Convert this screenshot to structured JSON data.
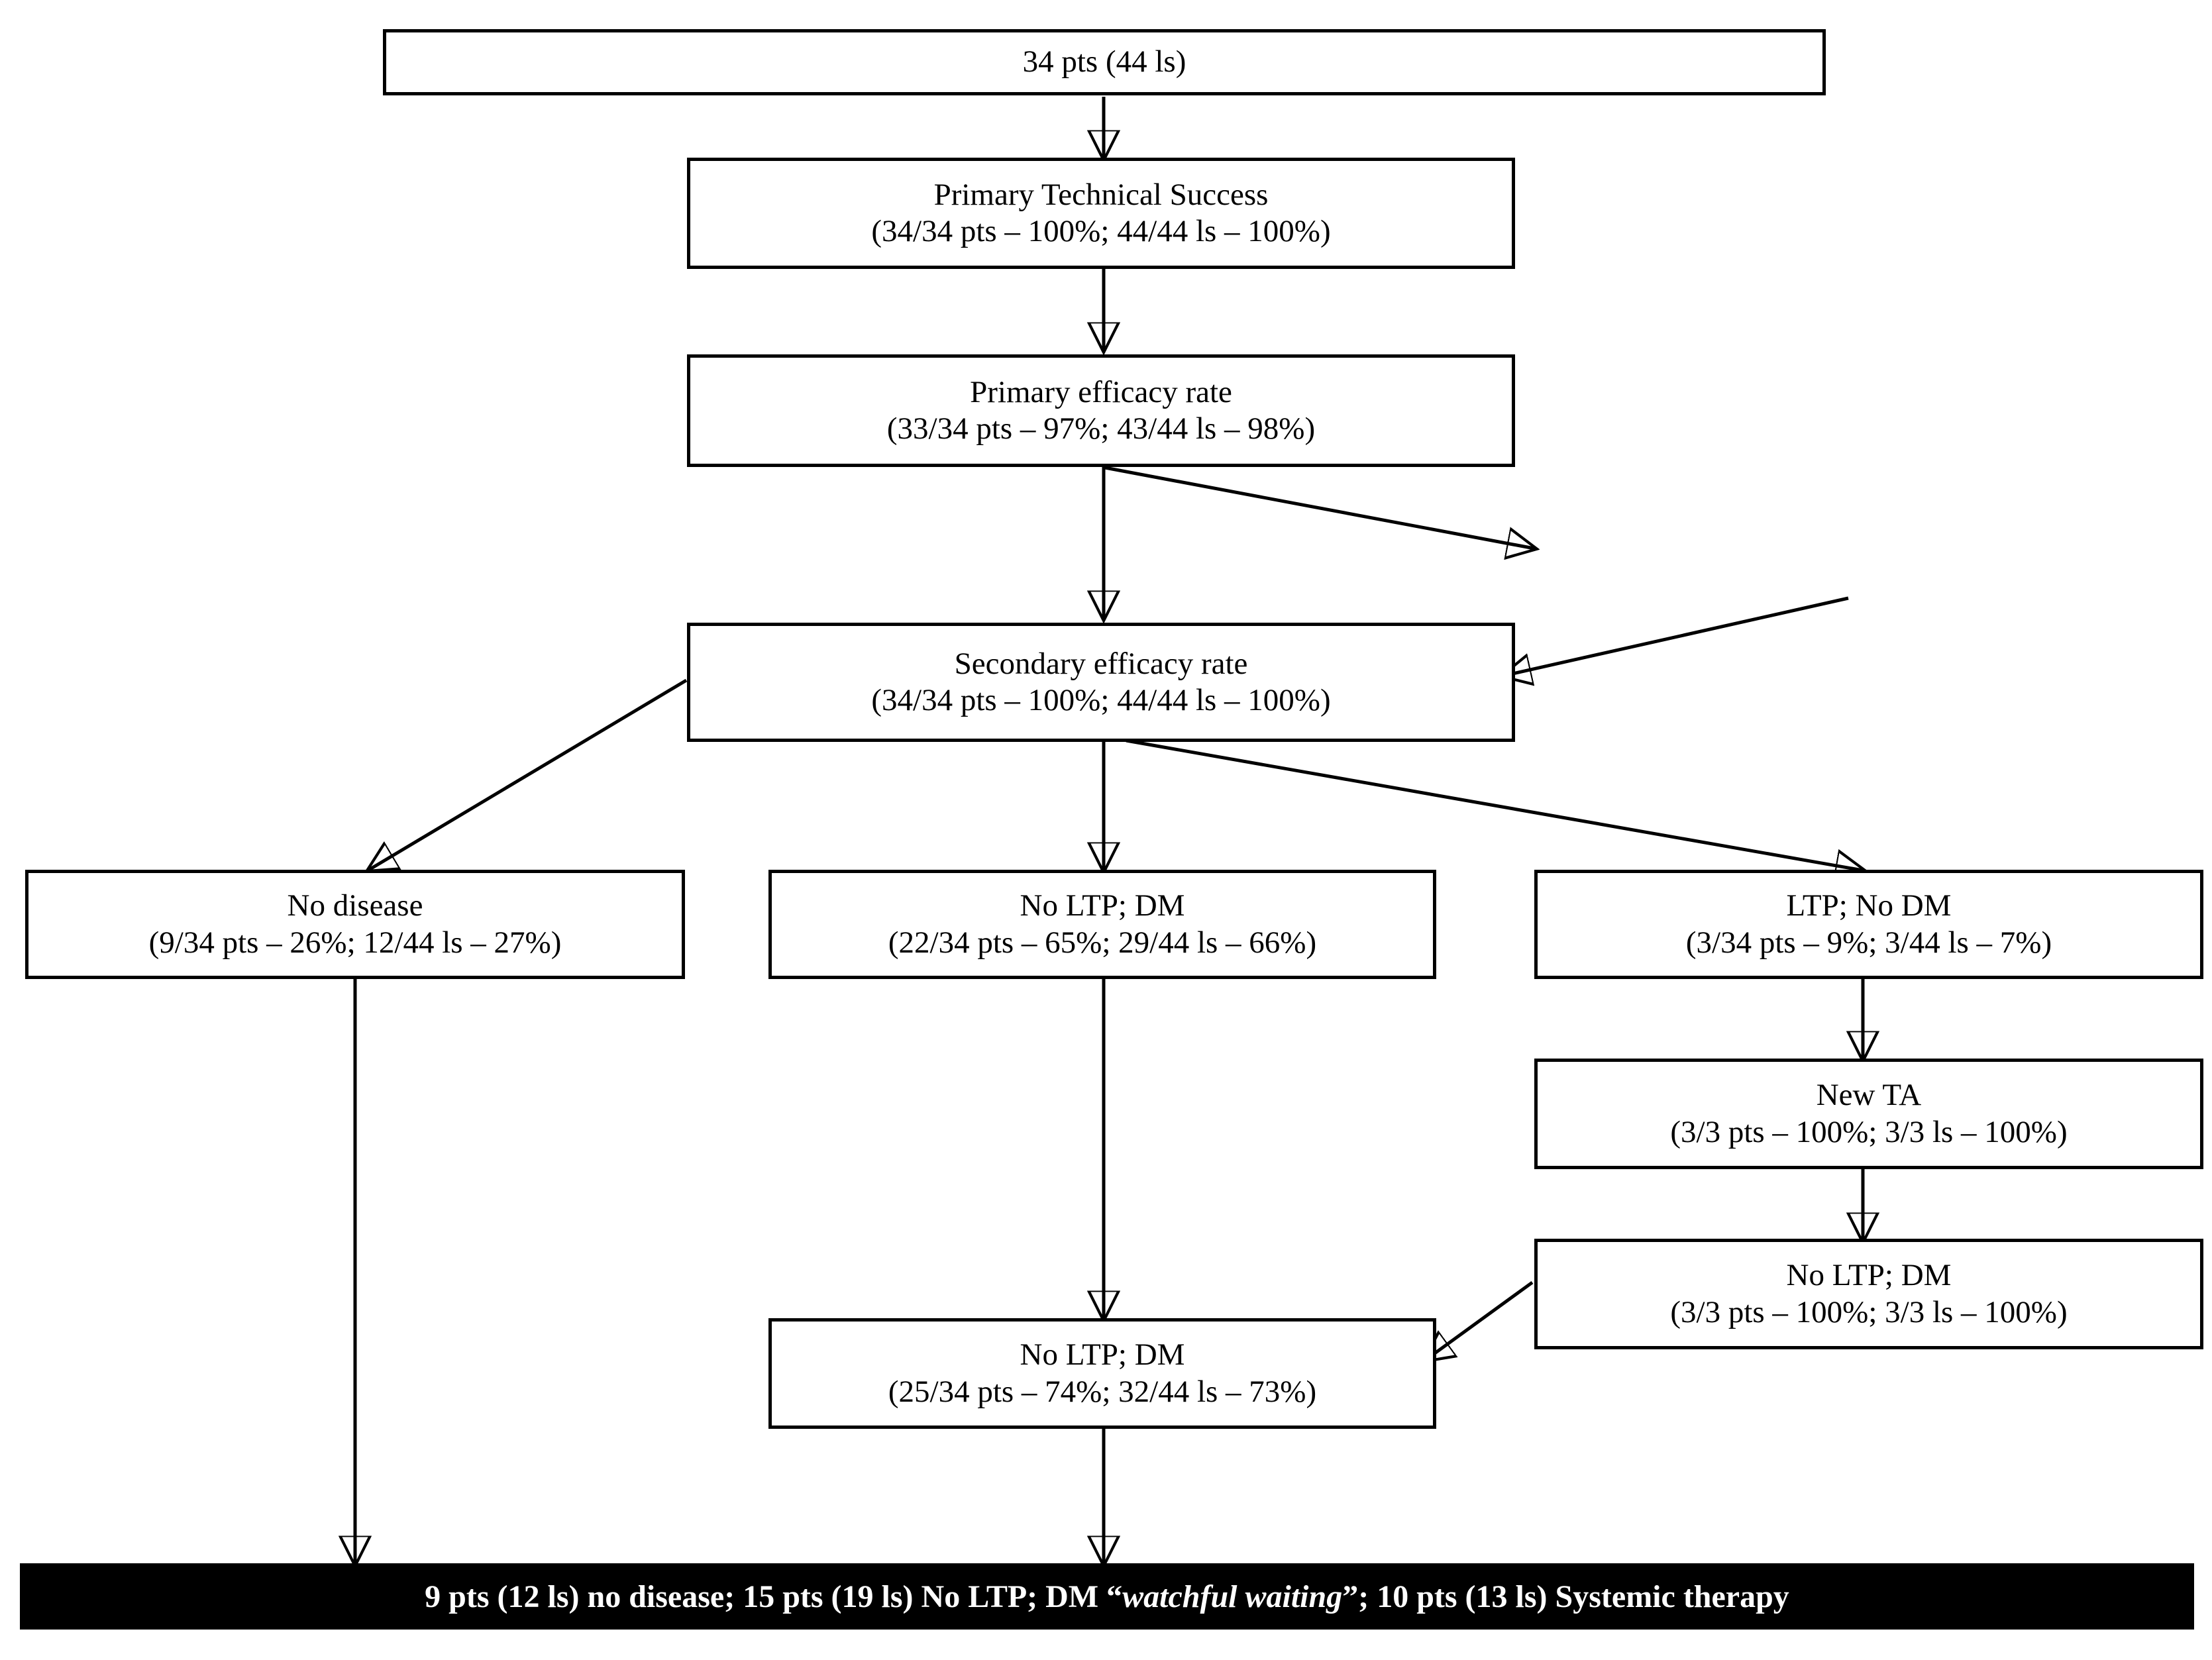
{
  "chart_data": {
    "type": "diagram",
    "title": "Treatment outcome flowchart",
    "nodes": [
      {
        "id": "cohort",
        "line1": "34 pts (44 ls)",
        "line2": ""
      },
      {
        "id": "tech_success",
        "line1": "Primary Technical Success",
        "line2": "(34/34 pts – 100%; 44/44 ls – 100%)"
      },
      {
        "id": "primary_eff",
        "line1": "Primary efficacy rate",
        "line2": "(33/34 pts – 97%; 43/44 ls – 98%)"
      },
      {
        "id": "secondary_eff",
        "line1": "Secondary efficacy rate",
        "line2": "(34/34 pts – 100%; 44/44 ls – 100%)"
      },
      {
        "id": "no_disease",
        "line1": "No disease",
        "line2": "(9/34 pts – 26%; 12/44 ls – 27%)"
      },
      {
        "id": "no_ltp_dm_mid",
        "line1": "No LTP; DM",
        "line2": "(22/34 pts – 65%; 29/44 ls – 66%)"
      },
      {
        "id": "ltp_no_dm",
        "line1": "LTP; No DM",
        "line2": "(3/34 pts – 9%; 3/44 ls – 7%)"
      },
      {
        "id": "new_ta",
        "line1": "New TA",
        "line2": "(3/3 pts – 100%; 3/3 ls – 100%)"
      },
      {
        "id": "no_ltp_dm_r",
        "line1": "No LTP; DM",
        "line2": "(3/3 pts – 100%; 3/3 ls – 100%)"
      },
      {
        "id": "no_ltp_dm_bot",
        "line1": "No LTP; DM",
        "line2": "(25/34 pts – 74%; 32/44 ls – 73%)"
      }
    ],
    "edges": [
      {
        "from": "cohort",
        "to": "tech_success"
      },
      {
        "from": "tech_success",
        "to": "primary_eff"
      },
      {
        "from": "primary_eff",
        "to": "secondary_eff"
      },
      {
        "from": "primary_eff",
        "to": "dangling-right"
      },
      {
        "from": "dangling-right",
        "to": "secondary_eff"
      },
      {
        "from": "secondary_eff",
        "to": "no_disease"
      },
      {
        "from": "secondary_eff",
        "to": "no_ltp_dm_mid"
      },
      {
        "from": "secondary_eff",
        "to": "ltp_no_dm"
      },
      {
        "from": "ltp_no_dm",
        "to": "new_ta"
      },
      {
        "from": "new_ta",
        "to": "no_ltp_dm_r"
      },
      {
        "from": "no_ltp_dm_r",
        "to": "no_ltp_dm_bot"
      },
      {
        "from": "no_ltp_dm_mid",
        "to": "no_ltp_dm_bot"
      },
      {
        "from": "no_disease",
        "to": "banner"
      },
      {
        "from": "no_ltp_dm_bot",
        "to": "banner"
      }
    ]
  },
  "nodes": {
    "cohort": {
      "line1": "34 pts (44 ls)",
      "line2": ""
    },
    "tech_success": {
      "line1": "Primary Technical Success",
      "line2": "(34/34 pts – 100%; 44/44 ls – 100%)"
    },
    "primary_eff": {
      "line1": "Primary efficacy rate",
      "line2": "(33/34 pts – 97%; 43/44 ls – 98%)"
    },
    "secondary_eff": {
      "line1": "Secondary efficacy rate",
      "line2": "(34/34 pts – 100%; 44/44 ls – 100%)"
    },
    "no_disease": {
      "line1": "No disease",
      "line2": "(9/34 pts – 26%; 12/44 ls – 27%)"
    },
    "no_ltp_dm_mid": {
      "line1": "No LTP; DM",
      "line2": "(22/34 pts – 65%; 29/44 ls – 66%)"
    },
    "ltp_no_dm": {
      "line1": "LTP; No DM",
      "line2": "(3/34 pts – 9%; 3/44 ls – 7%)"
    },
    "new_ta": {
      "line1": "New TA",
      "line2": "(3/3 pts – 100%; 3/3 ls – 100%)"
    },
    "no_ltp_dm_r": {
      "line1": "No LTP; DM",
      "line2": "(3/3 pts – 100%; 3/3 ls – 100%)"
    },
    "no_ltp_dm_bot": {
      "line1": "No LTP; DM",
      "line2": "(25/34 pts – 74%; 32/44 ls – 73%)"
    }
  },
  "banner": {
    "part1": "9 pts (12 ls) no disease; 15 pts (19 ls) No LTP; DM “",
    "emphasis": "watchful waiting",
    "part2": "”; 10 pts (13 ls) Systemic therapy"
  },
  "colors": {
    "stroke": "#000000",
    "box_fill": "#ffffff",
    "banner_fill": "#000000",
    "banner_text": "#ffffff"
  }
}
